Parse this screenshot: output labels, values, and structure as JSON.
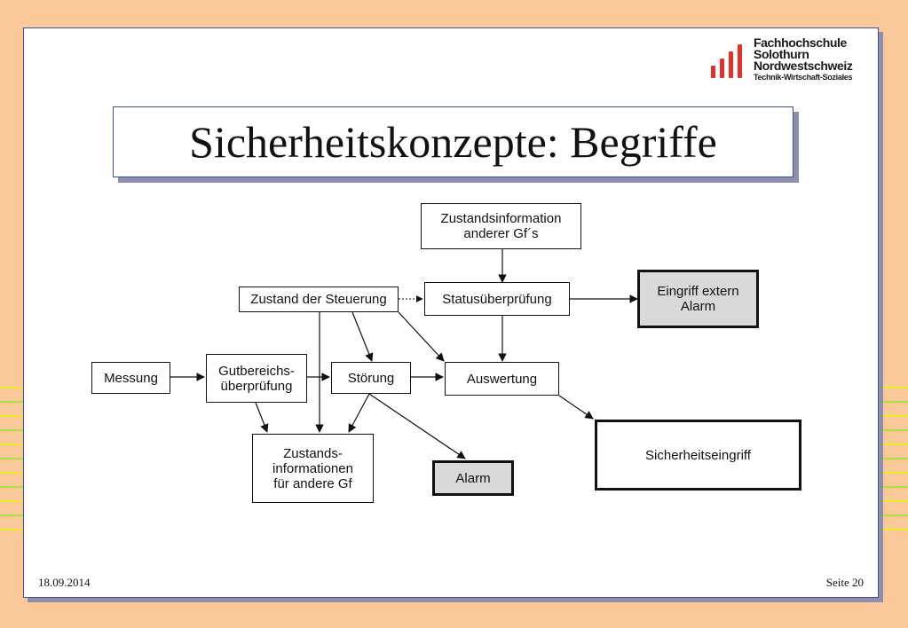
{
  "logo": {
    "line1": "Fachhochschule",
    "line2": "Solothurn",
    "line3": "Nordwestschweiz",
    "line4": "Technik-Wirtschaft-Soziales",
    "bar_colors": [
      "#e2312b",
      "#e2312b",
      "#e2312b",
      "#e2312b"
    ]
  },
  "title": "Sicherheitskonzepte: Begriffe",
  "nodes": {
    "zustandsinfo_gf": "Zustandsinformation\nanderer Gf´s",
    "zustand_steuerung": "Zustand der Steuerung",
    "statuspruefung": "Statusüberprüfung",
    "eingriff_extern": "Eingriff extern\nAlarm",
    "messung": "Messung",
    "gutbereich": "Gutbereichs-\nüberprüfung",
    "stoerung": "Störung",
    "auswertung": "Auswertung",
    "zustandsinfos": "Zustands-\ninformationen\nfür andere Gf",
    "alarm": "Alarm",
    "sicherheitseingriff": "Sicherheitseingriff"
  },
  "footer": {
    "date": "18.09.2014",
    "page": "Seite 20"
  }
}
